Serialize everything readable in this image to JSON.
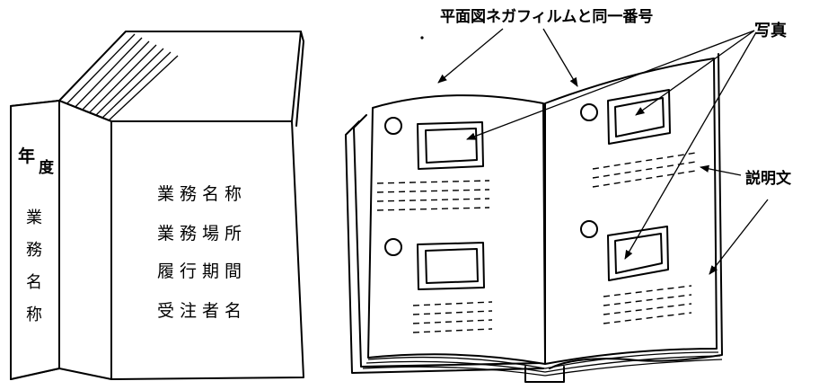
{
  "binder": {
    "spine_top": "年",
    "spine_top2": "度",
    "spine_chars": [
      "業",
      "務",
      "名",
      "称"
    ],
    "cover_lines": [
      "業 務 名 称",
      "業 務 場 所",
      "履 行 期 間",
      "受 注 者 名"
    ]
  },
  "album": {
    "label_negative": "平面図ネガフィルムと同一番号",
    "label_photo": "写真",
    "label_description": "説明文"
  }
}
